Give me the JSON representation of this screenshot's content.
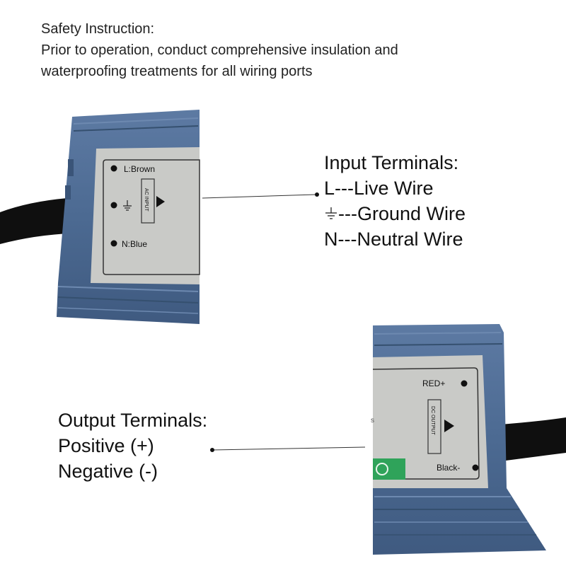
{
  "safety": {
    "heading": "Safety Instruction:",
    "line1": "Prior to operation, conduct comprehensive insulation and",
    "line2": "waterproofing treatments for all wiring ports"
  },
  "input_terminals": {
    "heading": "Input Terminals:",
    "live": "L---Live Wire",
    "ground": "---Ground Wire",
    "neutral": "N---Neutral Wire"
  },
  "output_terminals": {
    "heading": "Output Terminals:",
    "positive": "Positive (+)",
    "negative": "Negative (-)"
  },
  "input_label": {
    "live": "L:Brown",
    "neutral": "N:Blue",
    "direction": "AC INPUT"
  },
  "output_label": {
    "positive": "RED+",
    "negative": "Black-",
    "direction": "DC OUTPUT"
  },
  "colors": {
    "housing": "#4f6d95",
    "label": "#c9cac7",
    "cable": "#111111",
    "recycle": "#2fa35a"
  }
}
